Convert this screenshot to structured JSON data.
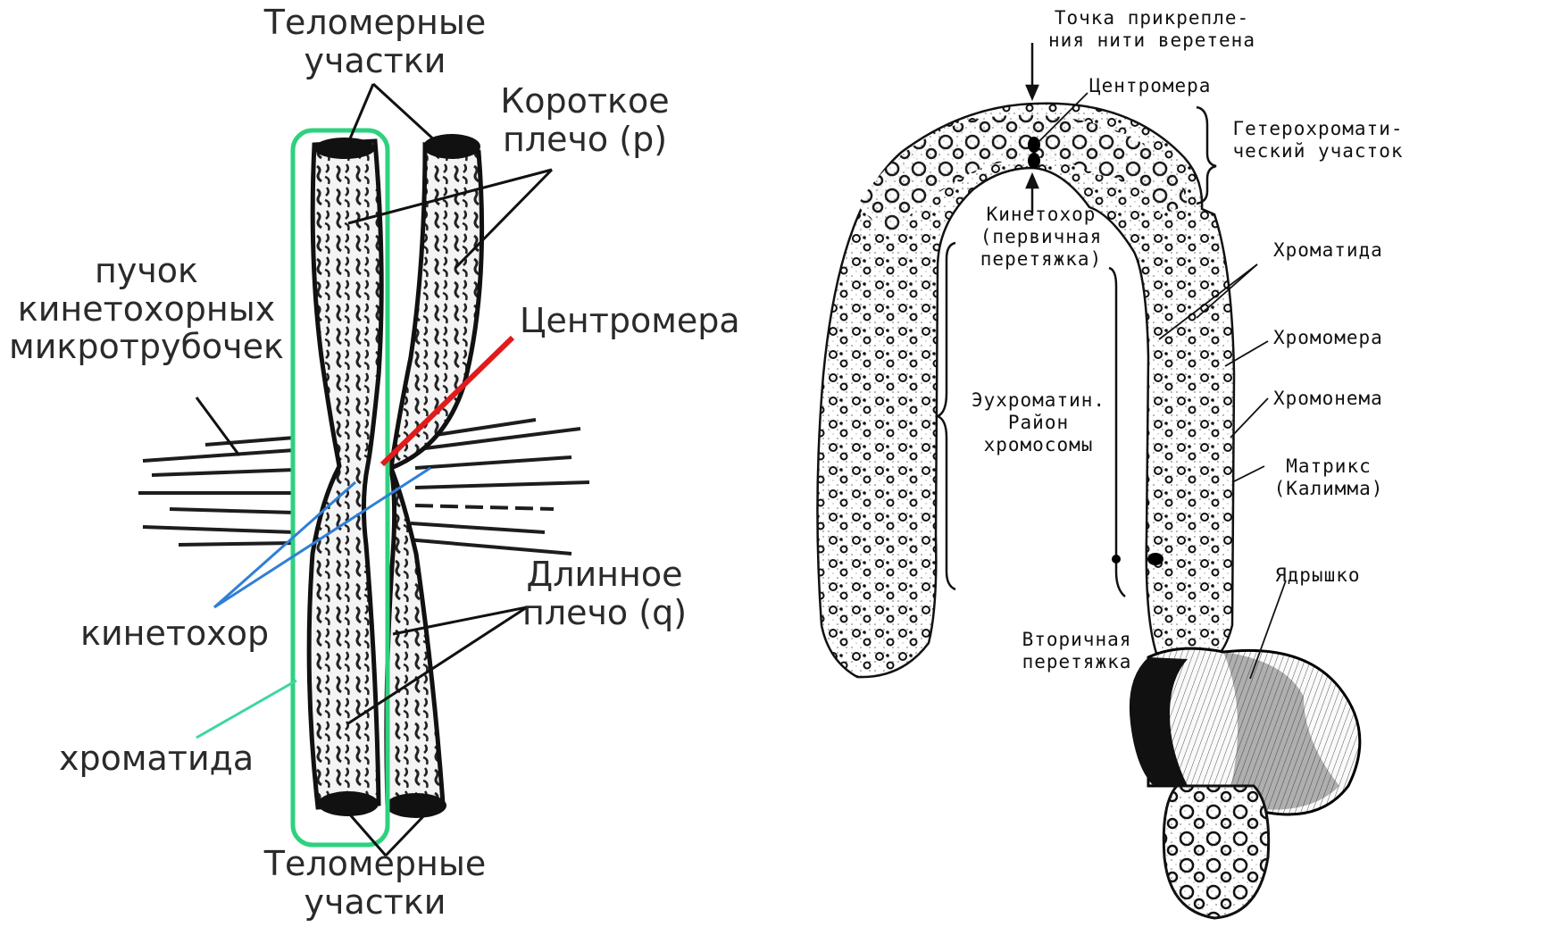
{
  "left_diagram": {
    "labels": {
      "telomere_top": "Теломерные\nучастки",
      "short_arm": "Короткое\nплечо (р)",
      "kinetochore_bundle": "пучок\nкинетохорных\nмикротрубочек",
      "centromere": "Центромера",
      "long_arm": "Длинное\nплечо (q)",
      "kinetochore": "кинетохор",
      "chromatid": "хроматида",
      "telomere_bottom": "Теломерные\nучастки"
    },
    "colors": {
      "centromere_line": "#e01b1b",
      "kinetochore_lines": "#2f7fd6",
      "chromatid_box": "#2ed17f",
      "chromatid_line": "#3fd6a0"
    }
  },
  "right_diagram": {
    "labels": {
      "spindle_attachment": "Точка прикрепле-\nния нити веретена",
      "centromere": "Центромера",
      "heterochromatic": "Гетерохромати-\nческий участок",
      "kinetochore": "Кинетохор\n(первичная\nперетяжка)",
      "chromatid": "Хроматида",
      "chromomere": "Хромомера",
      "chromonema": "Хромонема",
      "euchromatin": "Эухроматин.\nРайон\nхромосомы",
      "matrix": "Матрикс\n(Калимма)",
      "nucleolus": "Ядрышко",
      "secondary_constriction": "Вторичная\nперетяжка"
    }
  }
}
